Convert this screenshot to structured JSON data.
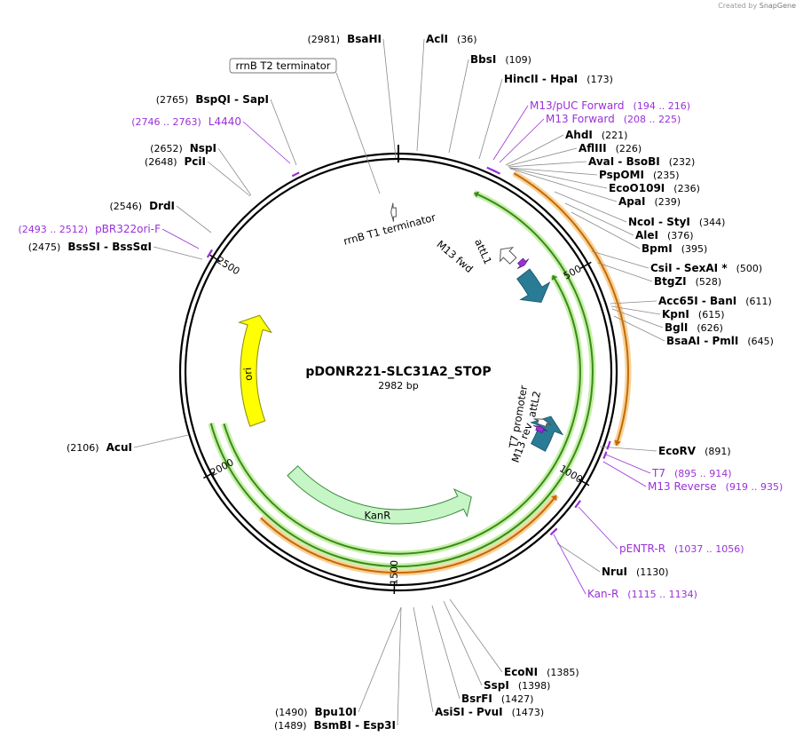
{
  "credit": {
    "text": "Created by",
    "brand": "SnapGene"
  },
  "plasmid": {
    "name": "pDONR221-SLC31A2_STOP",
    "size_label": "2982 bp",
    "length": 2982
  },
  "ticks": [
    {
      "pos": 500,
      "label": "500"
    },
    {
      "pos": 1000,
      "label": "1000"
    },
    {
      "pos": 1500,
      "label": "1500"
    },
    {
      "pos": 2000,
      "label": "2000"
    },
    {
      "pos": 2500,
      "label": "2500"
    }
  ],
  "features": [
    {
      "name": "M13 fwd",
      "start": 395,
      "end": 412,
      "track": 0,
      "type": "primer-mini",
      "color": "#9b30d9"
    },
    {
      "name": "attL1",
      "start": 430,
      "end": 530,
      "track": 0,
      "type": "attl",
      "color": "#2a7c96"
    },
    {
      "name": "attL2",
      "start": 880,
      "end": 980,
      "track": 0,
      "type": "attl",
      "color": "#2a7c96"
    },
    {
      "name": "T7 promoter",
      "start": 895,
      "end": 914,
      "track": 0,
      "type": "small-open",
      "color": "#ffffff"
    },
    {
      "name": "M13 rev",
      "start": 919,
      "end": 935,
      "track": 0,
      "type": "primer-mini",
      "color": "#9b30d9"
    },
    {
      "name": "rrnB T1 terminator",
      "start": 330,
      "end": 380,
      "track": 0,
      "type": "small-open",
      "color": "#ffffff"
    },
    {
      "name": "rrnB T2 terminator",
      "start": 2960,
      "end": 2975,
      "track": 0,
      "type": "small-open",
      "color": "#ffffff"
    },
    {
      "name": "KanR",
      "start": 1240,
      "end": 1880,
      "track": 0,
      "type": "gene",
      "color": "#c6f5c6"
    },
    {
      "name": "ori",
      "start": 2070,
      "end": 2420,
      "track": 0,
      "type": "ori",
      "color": "#ffff00"
    }
  ],
  "orfs": [
    {
      "start": 190,
      "end": 2110,
      "dir": -1,
      "kind": "green"
    },
    {
      "start": 480,
      "end": 2100,
      "dir": -1,
      "kind": "green"
    },
    {
      "start": 250,
      "end": 900,
      "dir": 1,
      "kind": "orange"
    },
    {
      "start": 1060,
      "end": 1850,
      "dir": -1,
      "kind": "orange"
    }
  ],
  "sites": [
    {
      "name": "BsaHI",
      "pos": 2981,
      "pos_label": "(2981)",
      "side": "left"
    },
    {
      "name": "AclI",
      "pos": 36,
      "pos_label": "(36)",
      "side": "right"
    },
    {
      "name": "BbsI",
      "pos": 109,
      "pos_label": "(109)",
      "side": "right"
    },
    {
      "name": "HincII  -  HpaI",
      "pos": 173,
      "pos_label": "(173)",
      "side": "right"
    },
    {
      "name": "AhdI",
      "pos": 221,
      "pos_label": "(221)",
      "side": "right"
    },
    {
      "name": "AflIII",
      "pos": 226,
      "pos_label": "(226)",
      "side": "right"
    },
    {
      "name": "AvaI  -  BsoBI",
      "pos": 232,
      "pos_label": "(232)",
      "side": "right"
    },
    {
      "name": "PspOMI",
      "pos": 235,
      "pos_label": "(235)",
      "side": "right"
    },
    {
      "name": "EcoO109I",
      "pos": 236,
      "pos_label": "(236)",
      "side": "right"
    },
    {
      "name": "ApaI",
      "pos": 239,
      "pos_label": "(239)",
      "side": "right"
    },
    {
      "name": "NcoI  -  StyI",
      "pos": 344,
      "pos_label": "(344)",
      "side": "right"
    },
    {
      "name": "AleI",
      "pos": 376,
      "pos_label": "(376)",
      "side": "right"
    },
    {
      "name": "BpmI",
      "pos": 395,
      "pos_label": "(395)",
      "side": "right"
    },
    {
      "name": "CsiI  -  SexAI *",
      "pos": 500,
      "pos_label": "(500)",
      "side": "right"
    },
    {
      "name": "BtgZI",
      "pos": 528,
      "pos_label": "(528)",
      "side": "right"
    },
    {
      "name": "Acc65I  -  BanI",
      "pos": 611,
      "pos_label": "(611)",
      "side": "right"
    },
    {
      "name": "KpnI",
      "pos": 615,
      "pos_label": "(615)",
      "side": "right"
    },
    {
      "name": "BglI",
      "pos": 626,
      "pos_label": "(626)",
      "side": "right"
    },
    {
      "name": "BsaAI  -  PmlI",
      "pos": 645,
      "pos_label": "(645)",
      "side": "right"
    },
    {
      "name": "EcoRV",
      "pos": 891,
      "pos_label": "(891)",
      "side": "right"
    },
    {
      "name": "NruI",
      "pos": 1130,
      "pos_label": "(1130)",
      "side": "right"
    },
    {
      "name": "EcoNI",
      "pos": 1385,
      "pos_label": "(1385)",
      "side": "right"
    },
    {
      "name": "SspI",
      "pos": 1398,
      "pos_label": "(1398)",
      "side": "right"
    },
    {
      "name": "BsrFI",
      "pos": 1427,
      "pos_label": "(1427)",
      "side": "right"
    },
    {
      "name": "AsiSI  -  PvuI",
      "pos": 1473,
      "pos_label": "(1473)",
      "side": "right"
    },
    {
      "name": "Bpu10I",
      "pos": 1490,
      "pos_label": "(1490)",
      "side": "left"
    },
    {
      "name": "BsmBI  -  Esp3I",
      "pos": 1489,
      "pos_label": "(1489)",
      "side": "left"
    },
    {
      "name": "AcuI",
      "pos": 2106,
      "pos_label": "(2106)",
      "side": "left"
    },
    {
      "name": "BssSI  -  BssSαI",
      "pos": 2475,
      "pos_label": "(2475)",
      "side": "left"
    },
    {
      "name": "DrdI",
      "pos": 2546,
      "pos_label": "(2546)",
      "side": "left"
    },
    {
      "name": "PciI",
      "pos": 2648,
      "pos_label": "(2648)",
      "side": "left"
    },
    {
      "name": "NspI",
      "pos": 2652,
      "pos_label": "(2652)",
      "side": "left"
    },
    {
      "name": "BspQI  -  SapI",
      "pos": 2765,
      "pos_label": "(2765)",
      "side": "left"
    }
  ],
  "primers": [
    {
      "name": "M13/pUC Forward",
      "range": "(194 .. 216)",
      "start": 194,
      "end": 216,
      "side": "right"
    },
    {
      "name": "M13 Forward",
      "range": "(208 .. 225)",
      "start": 208,
      "end": 225,
      "side": "right"
    },
    {
      "name": "T7",
      "range": "(895 .. 914)",
      "start": 895,
      "end": 914,
      "side": "right"
    },
    {
      "name": "M13 Reverse",
      "range": "(919 .. 935)",
      "start": 919,
      "end": 935,
      "side": "right"
    },
    {
      "name": "pENTR-R",
      "range": "(1037 .. 1056)",
      "start": 1037,
      "end": 1056,
      "side": "right"
    },
    {
      "name": "Kan-R",
      "range": "(1115 .. 1134)",
      "start": 1115,
      "end": 1134,
      "side": "right"
    },
    {
      "name": "pBR322ori-F",
      "range": "(2493 .. 2512)",
      "start": 2493,
      "end": 2512,
      "side": "left"
    },
    {
      "name": "L4440",
      "range": "(2746 .. 2763)",
      "start": 2746,
      "end": 2763,
      "side": "left"
    }
  ],
  "boxed_label": {
    "text": "rrnB T2 terminator"
  }
}
